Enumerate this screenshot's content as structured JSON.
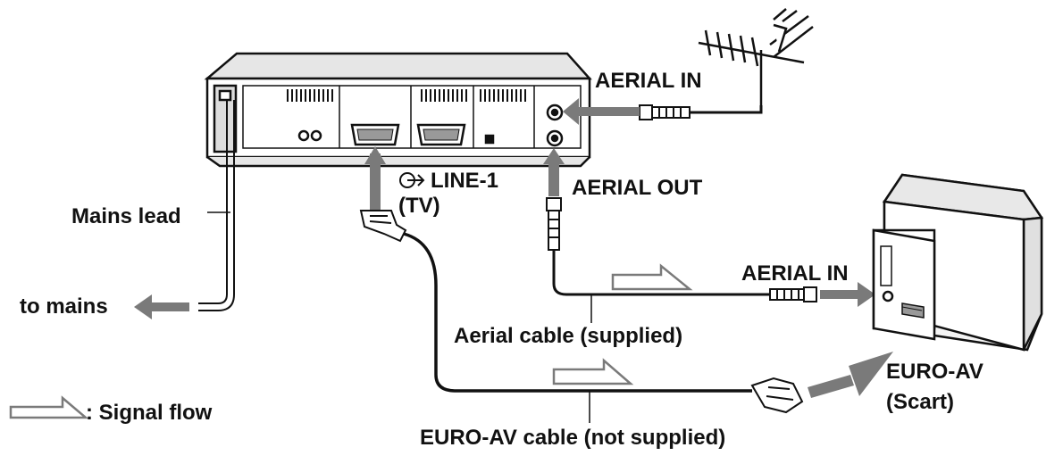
{
  "labels": {
    "aerial_in_top": "AERIAL IN",
    "line1": "LINE-1",
    "tv": "(TV)",
    "aerial_out": "AERIAL OUT",
    "mains_lead": "Mains lead",
    "to_mains": "to mains",
    "aerial_in_tv": "AERIAL IN",
    "aerial_cable": "Aerial cable (supplied)",
    "euro_av": "EURO-AV",
    "scart": "(Scart)",
    "euroav_cable": "EURO-AV cable (not supplied)",
    "signal_flow": ": Signal flow"
  },
  "icons": {
    "vcr": "vcr-rear-panel-icon",
    "antenna": "antenna-icon",
    "tv": "television-icon",
    "scart_plug": "scart-plug-icon",
    "coax_plug": "coax-plug-icon",
    "line_out": "line-output-symbol-icon"
  },
  "colors": {
    "ink": "#111111",
    "arrow_gray": "#7a7a7a",
    "panel_gray": "#d9d9d9"
  }
}
